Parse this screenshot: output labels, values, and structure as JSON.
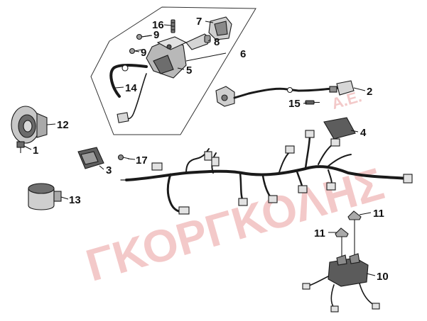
{
  "watermark": {
    "text": "ΓΚΟΡΓΚΟΛΗΣ",
    "suffix": "Α.Ε.",
    "color": "#f3c9c9"
  },
  "callouts": {
    "c1": "1",
    "c2": "2",
    "c3": "3",
    "c4": "4",
    "c5": "5",
    "c6": "6",
    "c7": "7",
    "c8": "8",
    "c9a": "9",
    "c9b": "9",
    "c10": "10",
    "c11a": "11",
    "c11b": "11",
    "c12": "12",
    "c13": "13",
    "c14": "14",
    "c15": "15",
    "c16": "16",
    "c17": "17"
  }
}
